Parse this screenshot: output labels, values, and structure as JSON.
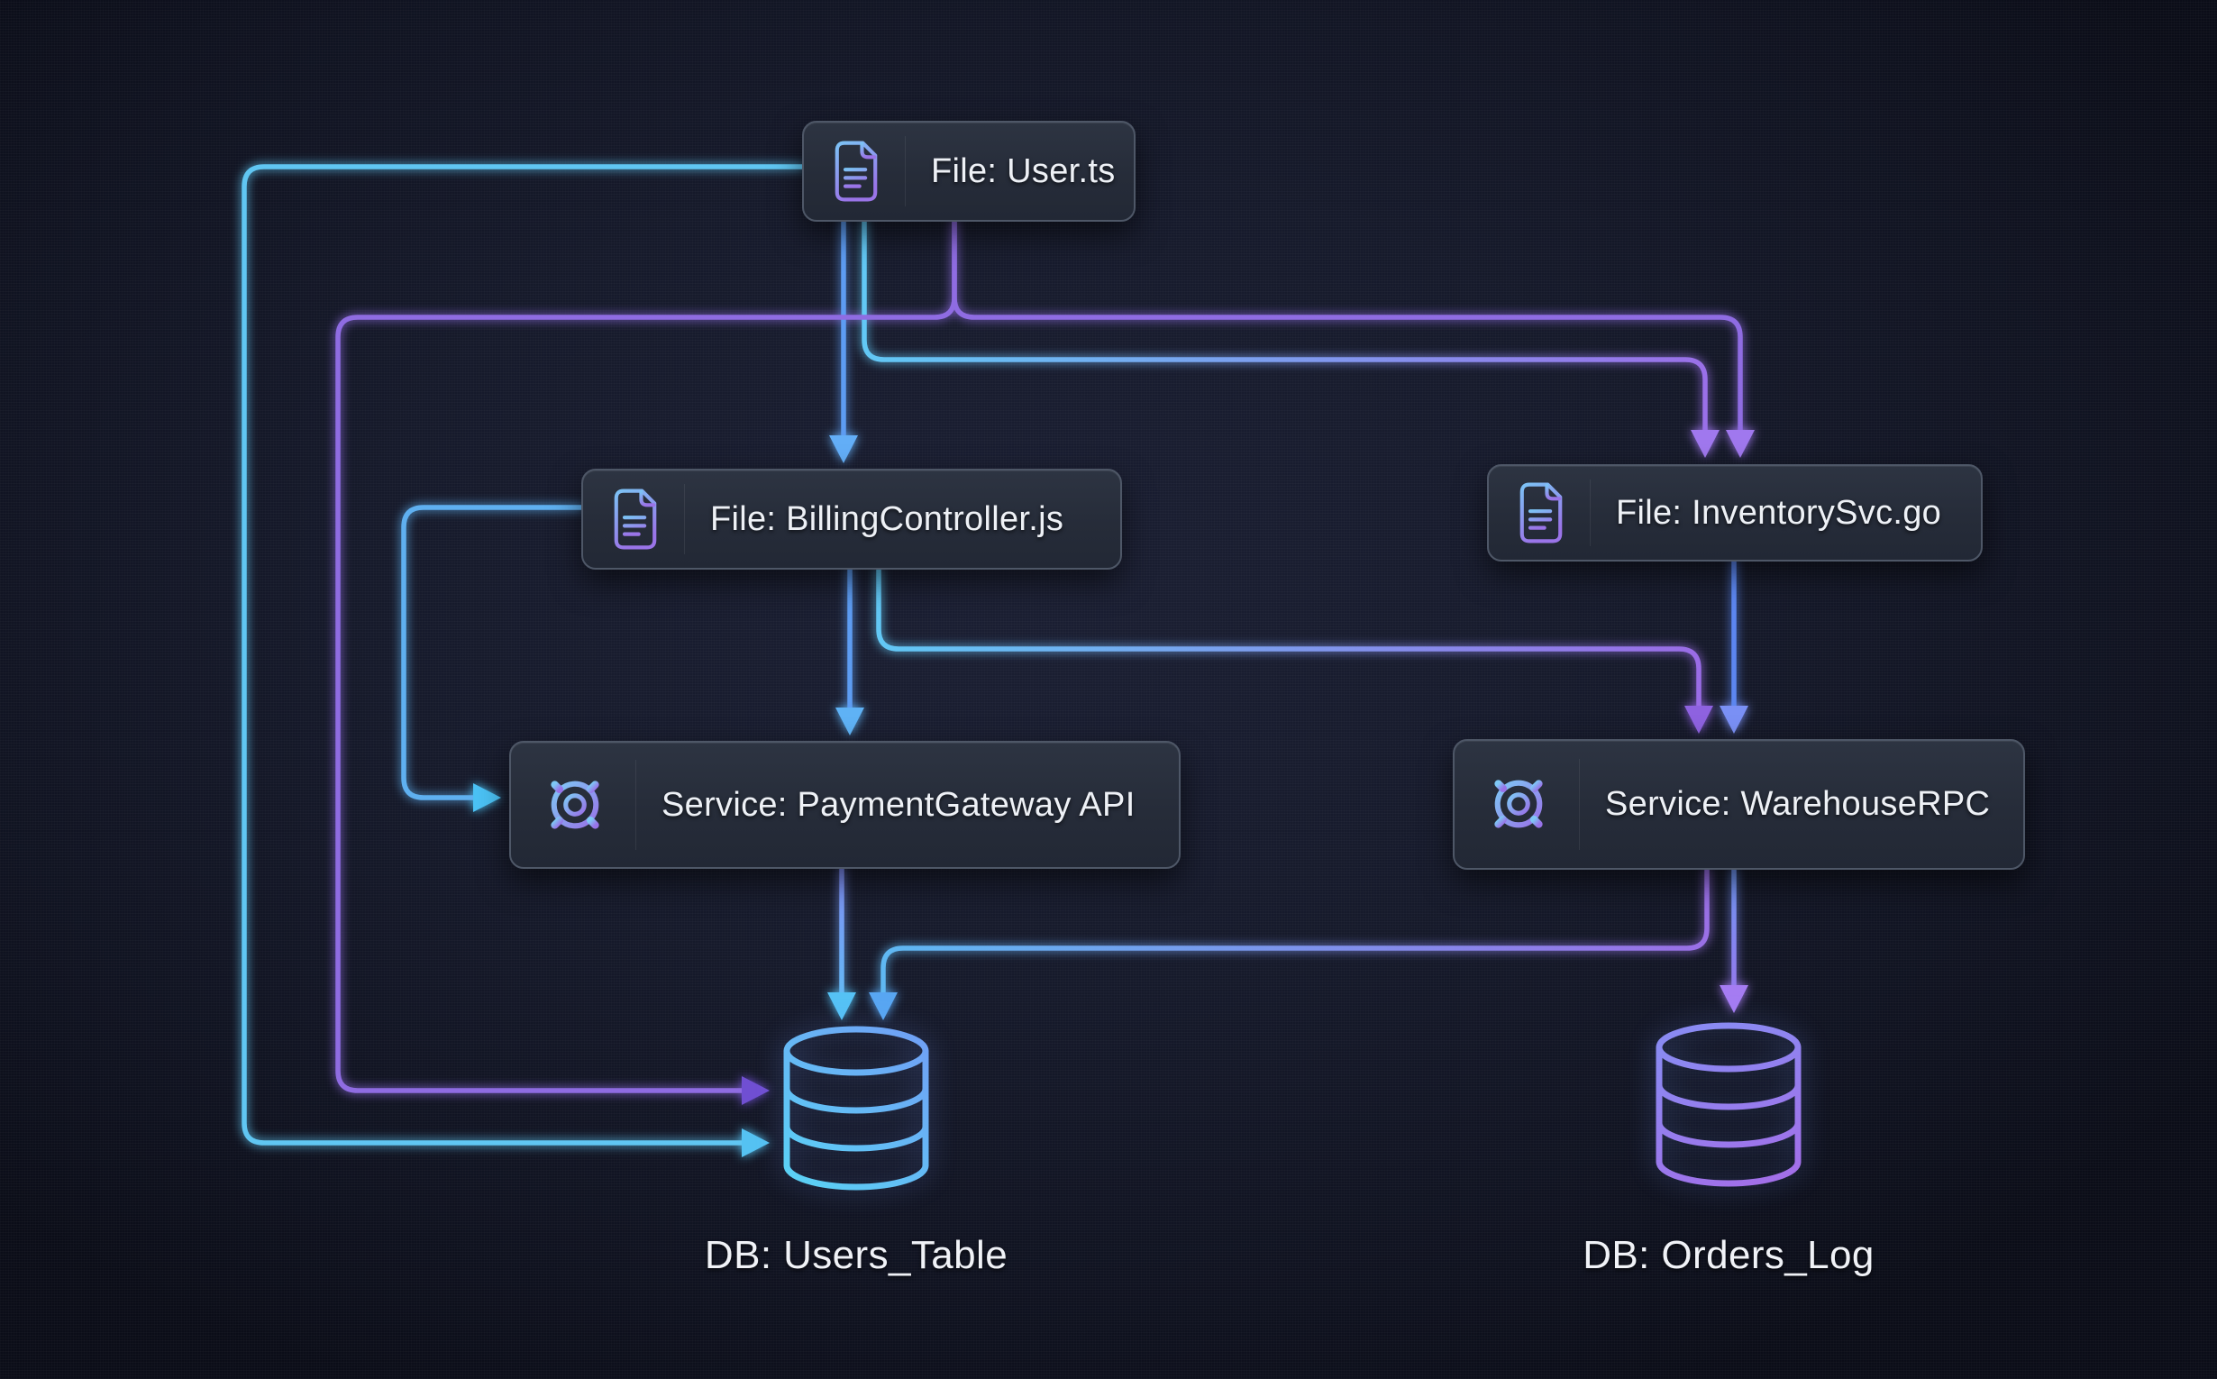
{
  "diagram": {
    "nodes": [
      {
        "id": "user_file",
        "kind": "file",
        "icon": "file-icon",
        "label": "File: User.ts"
      },
      {
        "id": "billing_file",
        "kind": "file",
        "icon": "file-icon",
        "label": "File: BillingController.js"
      },
      {
        "id": "inventory_file",
        "kind": "file",
        "icon": "file-icon",
        "label": "File: InventorySvc.go"
      },
      {
        "id": "payment_service",
        "kind": "service",
        "icon": "gear-icon",
        "label": "Service: PaymentGateway API"
      },
      {
        "id": "warehouse_service",
        "kind": "service",
        "icon": "gear-icon",
        "label": "Service: WarehouseRPC"
      },
      {
        "id": "users_db",
        "kind": "database",
        "icon": "database-icon",
        "label": "DB: Users_Table"
      },
      {
        "id": "orders_db",
        "kind": "database",
        "icon": "database-icon",
        "label": "DB: Orders_Log"
      }
    ],
    "edges": [
      {
        "from": "user_file",
        "to": "billing_file",
        "color": "blue",
        "route": "straight-down"
      },
      {
        "from": "user_file",
        "to": "inventory_file",
        "color": "cyan-purple",
        "route": "down-right-down-inner"
      },
      {
        "from": "user_file",
        "to": "inventory_file",
        "color": "purple",
        "route": "down-right-down-outer"
      },
      {
        "from": "user_file",
        "to": "users_db",
        "color": "purple",
        "route": "down-left-down-right"
      },
      {
        "from": "user_file",
        "to": "users_db",
        "color": "cyan",
        "route": "far-left-down-right"
      },
      {
        "from": "billing_file",
        "to": "payment_service",
        "color": "blue",
        "route": "straight-down"
      },
      {
        "from": "billing_file",
        "to": "payment_service",
        "color": "light-blue",
        "route": "left-loop-into-side"
      },
      {
        "from": "billing_file",
        "to": "warehouse_service",
        "color": "cyan-purple",
        "route": "down-right-down"
      },
      {
        "from": "inventory_file",
        "to": "warehouse_service",
        "color": "blue",
        "route": "straight-down"
      },
      {
        "from": "payment_service",
        "to": "users_db",
        "color": "blue-cyan",
        "route": "straight-down"
      },
      {
        "from": "warehouse_service",
        "to": "users_db",
        "color": "purple-cyan",
        "route": "down-left-down"
      },
      {
        "from": "warehouse_service",
        "to": "orders_db",
        "color": "blue-purple",
        "route": "straight-down"
      }
    ],
    "colors": {
      "background": "#161a2b",
      "node_background": "#262c39",
      "node_border": "#4e5767",
      "text": "#eef1f6",
      "cyan": "#60c6f2",
      "blue": "#5d9cf2",
      "purple": "#8f6ce2"
    }
  }
}
